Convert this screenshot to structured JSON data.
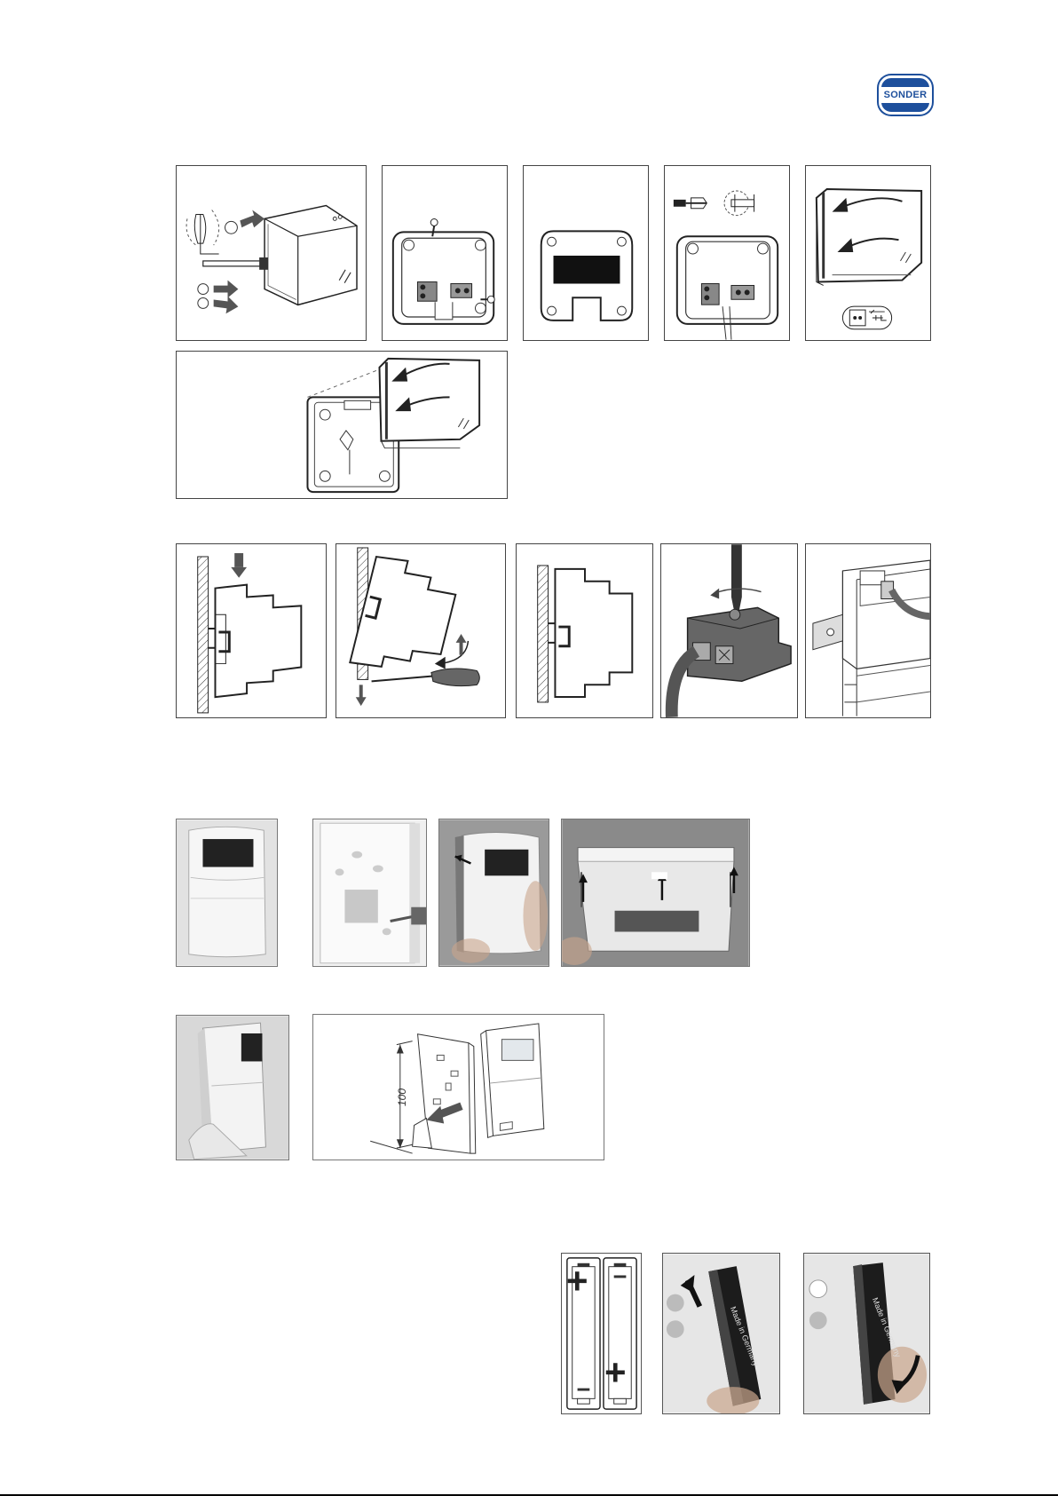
{
  "logo": {
    "text": "SONDER",
    "colors": {
      "primary": "#1d4f9c",
      "secondary": "#ffffff"
    }
  },
  "figures": {
    "row1": [
      {
        "name": "remove-cover",
        "icon": "screwdriver-icon"
      },
      {
        "name": "base-screws",
        "icon": "screw-icon"
      },
      {
        "name": "display-back",
        "icon": "display-icon"
      },
      {
        "name": "wire-strip",
        "icon": "wire-icon"
      },
      {
        "name": "close-cover",
        "icon": "arrow-icon"
      }
    ],
    "row2": [
      {
        "name": "mount-on-junction-box",
        "icon": "arrow-icon"
      }
    ],
    "din_rail": [
      {
        "name": "clip-on-rail",
        "icon": "arrow-down-icon"
      },
      {
        "name": "release-from-rail",
        "icon": "screwdriver-icon"
      },
      {
        "name": "mounted-on-rail",
        "icon": "rail-icon"
      },
      {
        "name": "terminal-screw",
        "icon": "screwdriver-icon"
      },
      {
        "name": "wired-module",
        "icon": "cable-icon"
      }
    ],
    "wall_unit": [
      {
        "name": "wall-unit-front"
      },
      {
        "name": "wall-plate-screw"
      },
      {
        "name": "wall-unit-release"
      },
      {
        "name": "wall-unit-open"
      }
    ],
    "stand": {
      "photo": "stand-photo",
      "drawing": {
        "dimension": "100"
      }
    },
    "batteries": {
      "plus": "+",
      "label": "Made in Germany"
    }
  }
}
